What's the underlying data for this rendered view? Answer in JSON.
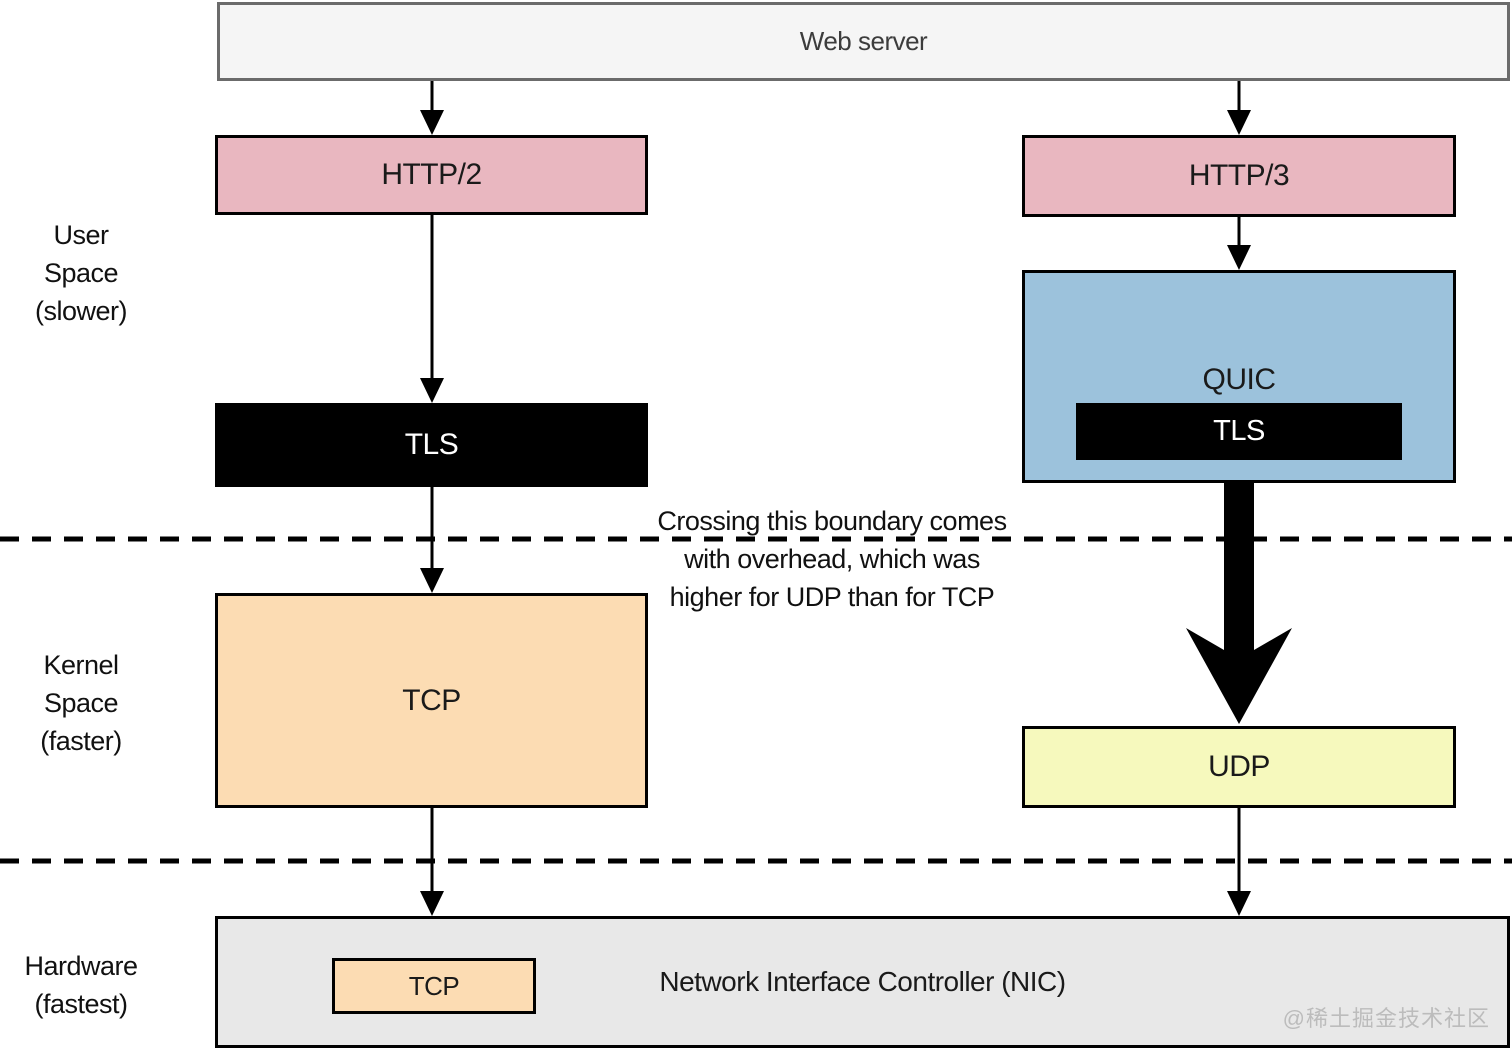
{
  "nodes": {
    "web_server": {
      "label": "Web server",
      "fill": "#f5f5f5",
      "border": "#6b6b6b"
    },
    "http2": {
      "label": "HTTP/2",
      "fill": "#e9b7c0"
    },
    "http3": {
      "label": "HTTP/3",
      "fill": "#e9b7c0"
    },
    "tls_left": {
      "label": "TLS",
      "fill": "#000000",
      "text_color": "#ffffff"
    },
    "quic": {
      "label": "QUIC",
      "fill": "#9cc2dc"
    },
    "quic_tls": {
      "label": "TLS",
      "fill": "#000000",
      "text_color": "#ffffff"
    },
    "tcp": {
      "label": "TCP",
      "fill": "#fcdcb3"
    },
    "udp": {
      "label": "UDP",
      "fill": "#f6f9bd"
    },
    "nic": {
      "label": "Network Interface Controller (NIC)",
      "fill": "#e8e8e8"
    },
    "nic_tcp": {
      "label": "TCP",
      "fill": "#fcdcb3"
    }
  },
  "zones": {
    "user_space": "User\nSpace\n(slower)",
    "kernel_space": "Kernel\nSpace\n(faster)",
    "hardware": "Hardware\n(fastest)"
  },
  "annotation": "Crossing this boundary comes\nwith overhead, which was\nhigher for UDP than for TCP",
  "watermark": "@稀土掘金技术社区"
}
